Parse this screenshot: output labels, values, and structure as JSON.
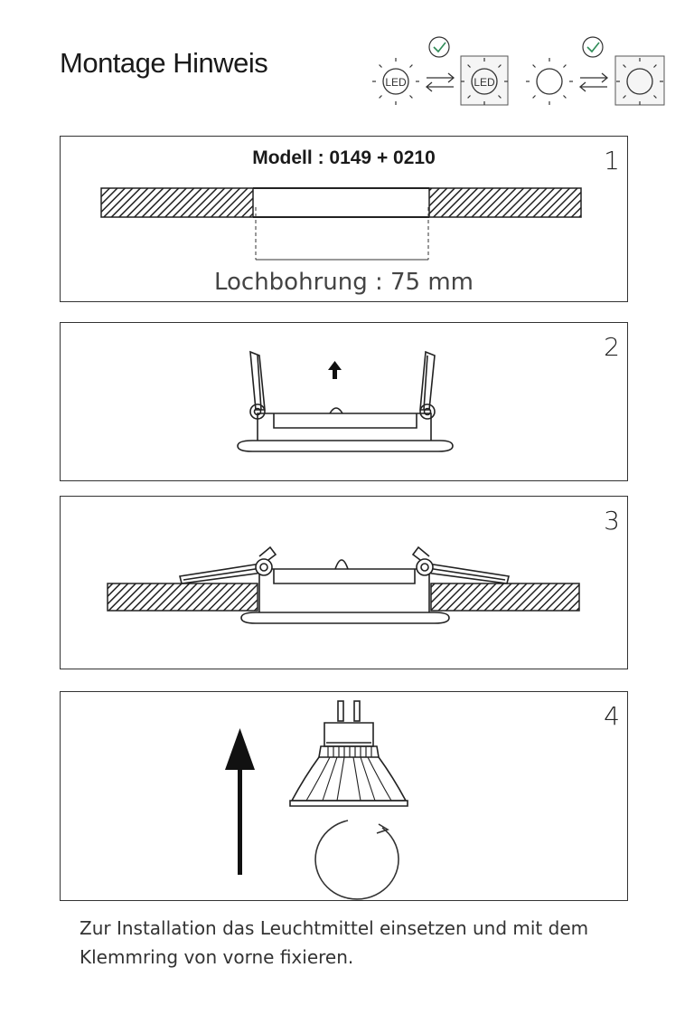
{
  "header": {
    "title": "Montage Hinweis",
    "led_label": "LED"
  },
  "steps": [
    {
      "number": "1",
      "model": "Modell : 0149 + 0210",
      "hole": "Lochbohrung : 75 mm"
    },
    {
      "number": "2"
    },
    {
      "number": "3"
    },
    {
      "number": "4"
    }
  ],
  "caption": "Zur Installation das Leuchtmittel einsetzen und mit dem Klemmring von vorne fixieren.",
  "colors": {
    "check": "#2e8b57",
    "line": "#222222"
  }
}
